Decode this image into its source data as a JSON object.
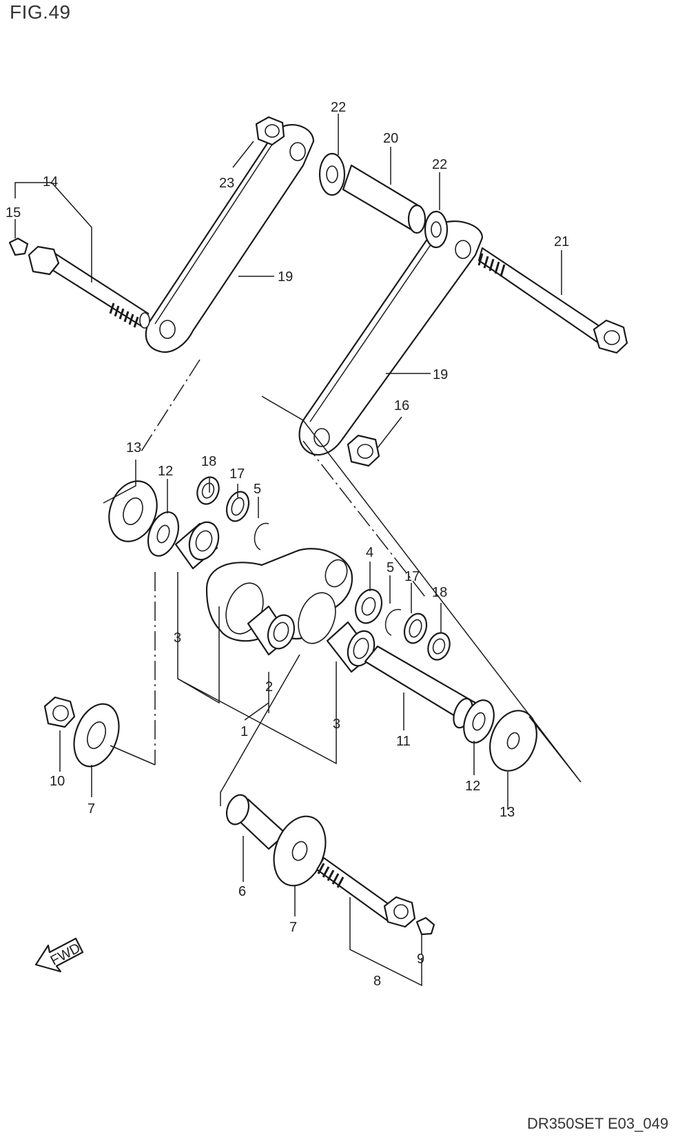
{
  "figure": {
    "title": "FIG.49",
    "code": "DR350SET E03_049",
    "fwd_label": "FWD"
  },
  "callouts": {
    "c1": "1",
    "c2": "2",
    "c3a": "3",
    "c3b": "3",
    "c4": "4",
    "c5a": "5",
    "c5b": "5",
    "c6": "6",
    "c7a": "7",
    "c7b": "7",
    "c8": "8",
    "c9": "9",
    "c10": "10",
    "c11": "11",
    "c12a": "12",
    "c12b": "12",
    "c13a": "13",
    "c13b": "13",
    "c14": "14",
    "c15": "15",
    "c16": "16",
    "c17a": "17",
    "c17b": "17",
    "c18a": "18",
    "c18b": "18",
    "c19a": "19",
    "c19b": "19",
    "c20": "20",
    "c21": "21",
    "c22a": "22",
    "c22b": "22",
    "c23": "23"
  },
  "icons": {
    "fwd": "fwd-arrow-icon"
  }
}
